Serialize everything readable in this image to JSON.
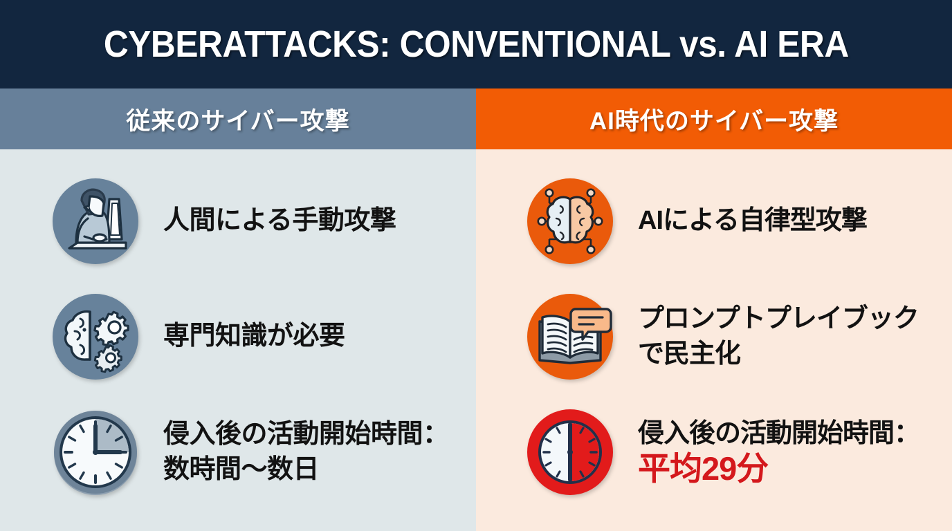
{
  "title": "CYBERATTACKS: CONVENTIONAL vs. AI ERA",
  "columns": {
    "left": {
      "header": "従来のサイバー攻撃",
      "header_bg": "#67809a",
      "body_bg": "#dfe7e9",
      "icon_circle": "#67829b",
      "rows": [
        {
          "icon": "person-at-computer-icon",
          "lines": [
            "人間による手動攻撃"
          ]
        },
        {
          "icon": "brain-gears-icon",
          "lines": [
            "専門知識が必要"
          ]
        },
        {
          "icon": "clock-icon",
          "lines": [
            "侵入後の活動開始時間：",
            "数時間〜数日"
          ]
        }
      ]
    },
    "right": {
      "header": "AI時代のサイバー攻撃",
      "header_bg": "#f25c05",
      "body_bg": "#fbeade",
      "icon_circle": "#ea5a0b",
      "rows": [
        {
          "icon": "ai-brain-circuit-icon",
          "lines": [
            "AIによる自律型攻撃"
          ]
        },
        {
          "icon": "playbook-speech-icon",
          "lines": [
            "プロンプトプレイブック",
            "で民主化"
          ]
        },
        {
          "icon": "red-alert-clock-icon",
          "lines": [
            "侵入後の活動開始時間："
          ],
          "highlight": "平均29分"
        }
      ]
    }
  },
  "colors": {
    "title_bg": "#12263f",
    "title_text": "#ffffff",
    "accent_orange": "#f25c05",
    "accent_slate": "#67809a",
    "alert_red": "#d4181c",
    "body_text": "#121212"
  }
}
